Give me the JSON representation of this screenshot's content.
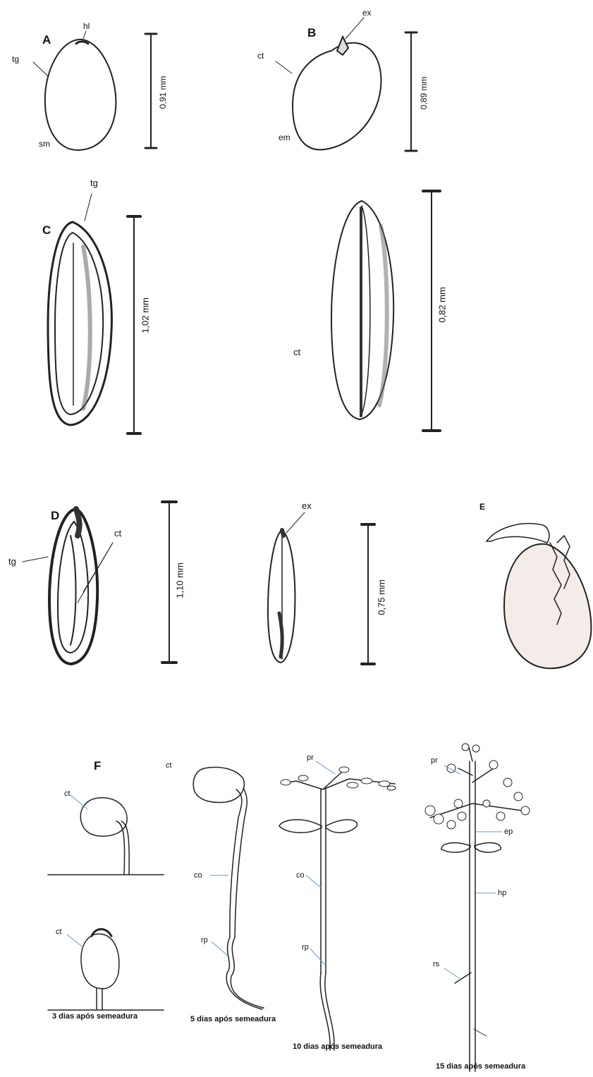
{
  "panels": {
    "a": "A",
    "b": "B",
    "c": "C",
    "d": "D",
    "e": "E",
    "f": "F"
  },
  "labels": {
    "a_hl": "hl",
    "a_tg": "tg",
    "a_sm": "sm",
    "b_ex": "ex",
    "b_ct": "ct",
    "b_em": "em",
    "c_tg": "tg",
    "c_ct": "ct",
    "d_tg": "tg",
    "d_ct": "ct",
    "d_ex": "ex",
    "f_ct_top": "ct",
    "f_ct_bottom": "ct",
    "f_ct_day5": "ct",
    "f_co_day5": "co",
    "f_rp_day5": "rp",
    "f_pr_day10": "pr",
    "f_co_day10": "co",
    "f_rp_day10": "rp",
    "f_pr_day15": "pr",
    "f_ep_day15": "ep",
    "f_hp_day15": "hp",
    "f_rs_day15": "rs"
  },
  "scales": {
    "a": "0,91 mm",
    "b": "0,89 mm",
    "c1": "1,02 mm",
    "c2": "0,82 mm",
    "d1": "1,10 mm",
    "d2": "0,75 mm"
  },
  "captions": {
    "day3": "3 dias após semeadura",
    "day5": "5 dias após semeadura",
    "day10": "10 dias após semeadura",
    "day15": "15 dias após semeadura"
  }
}
